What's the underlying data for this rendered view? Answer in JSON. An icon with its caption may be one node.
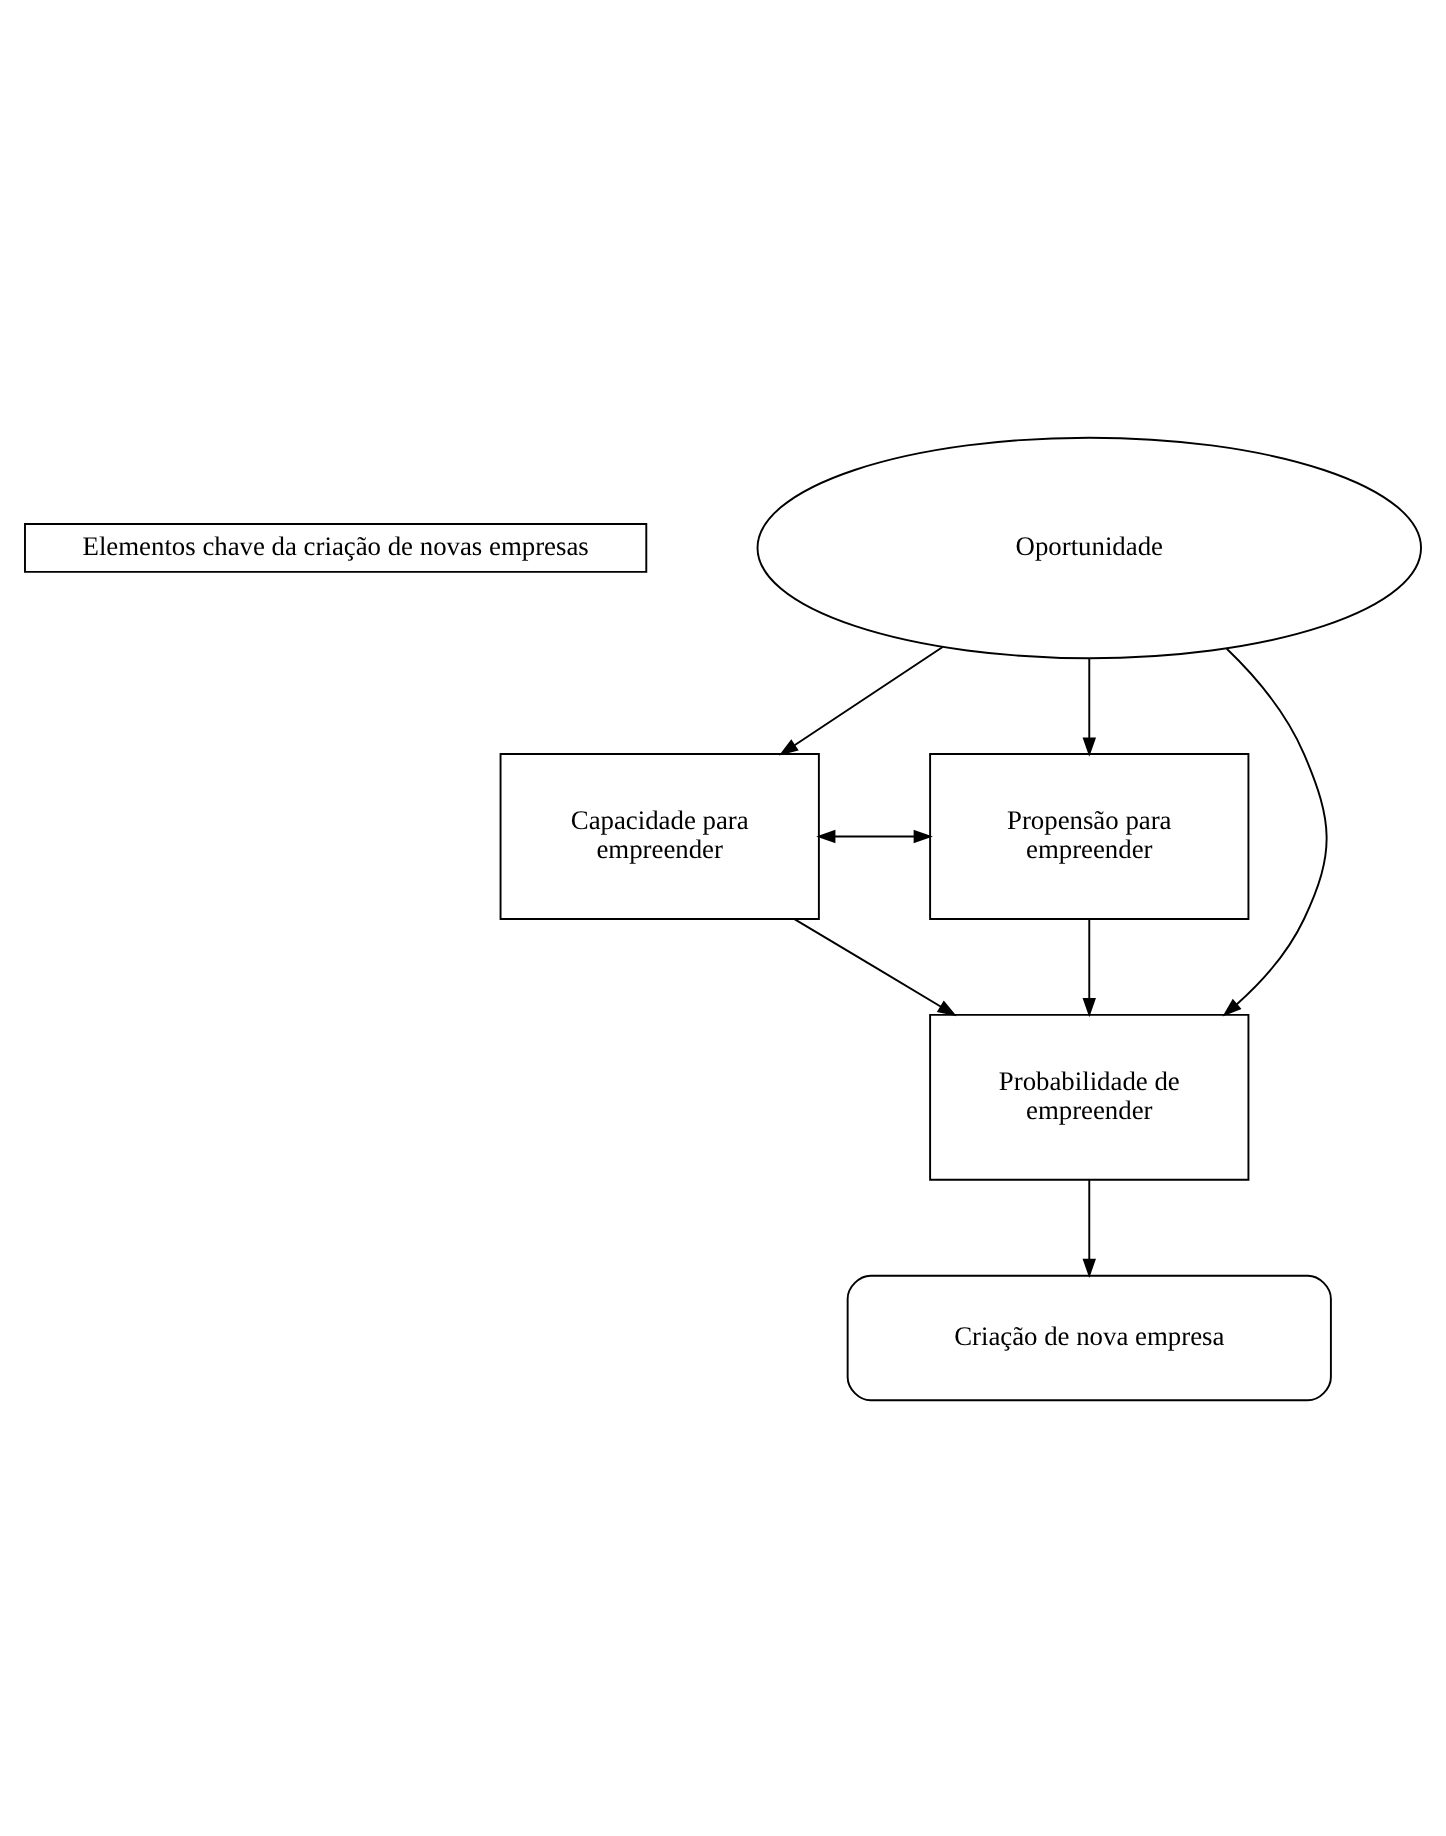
{
  "diagram": {
    "nodes": [
      {
        "text": [
          "Elementos chave da criação de novas empresas"
        ]
      },
      {
        "text": [
          "Oportunidade"
        ]
      },
      {
        "text": [
          "Capacidade para empreender"
        ]
      },
      {
        "text": [
          "Propensão para empreender"
        ]
      },
      {
        "text": [
          "Probabilidade de empreender"
        ]
      },
      {
        "text": [
          "Criação de nova empresa"
        ]
      }
    ],
    "edges": [
      {
        "from": 1,
        "to": 2,
        "arrow": "to"
      },
      {
        "from": 1,
        "to": 4,
        "arrow": "to"
      },
      {
        "from": 1,
        "to": 3,
        "arrow": "to"
      },
      {
        "from": 2,
        "to": 3,
        "arrow": "both"
      },
      {
        "from": 2,
        "to": 4,
        "arrow": "to"
      },
      {
        "from": 3,
        "to": 4,
        "arrow": "to"
      },
      {
        "from": 4,
        "to": 5,
        "arrow": "to"
      }
    ]
  }
}
